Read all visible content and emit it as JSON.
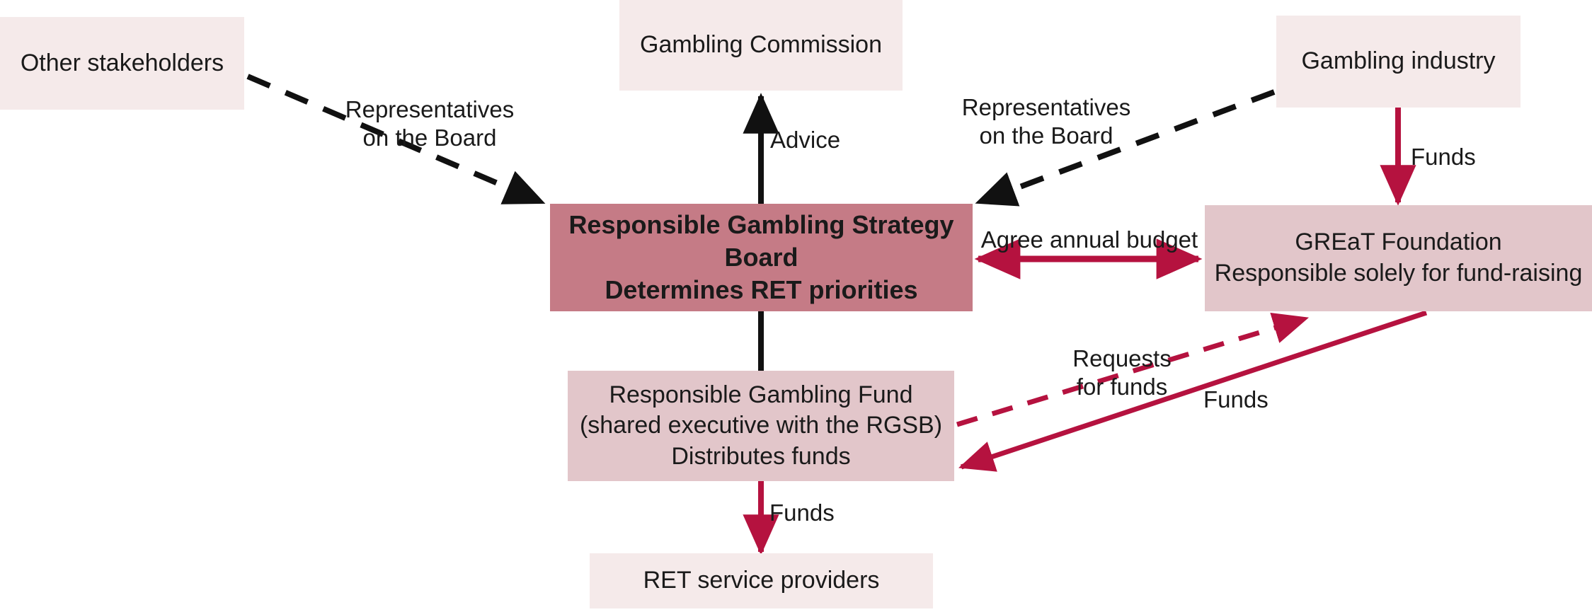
{
  "diagram": {
    "title": "Responsible Gambling funding and governance flow",
    "colors": {
      "pale_pink": "#f5eaea",
      "mid_pink": "#e2c6ca",
      "strong_rose": "#c57b86",
      "crimson": "#b5123f",
      "black": "#111111",
      "background": "#ffffff"
    },
    "nodes": [
      {
        "id": "other-stakeholders",
        "label": "Other stakeholders"
      },
      {
        "id": "gambling-commission",
        "label": "Gambling Commission"
      },
      {
        "id": "gambling-industry",
        "label": "Gambling industry"
      },
      {
        "id": "rgsb",
        "label": "Responsible Gambling Strategy Board\nDetermines RET priorities"
      },
      {
        "id": "great-foundation",
        "label": "GREaT Foundation\nResponsible solely for fund-raising"
      },
      {
        "id": "rgf",
        "label": "Responsible Gambling Fund\n(shared executive with the RGSB)\nDistributes funds"
      },
      {
        "id": "ret-service-providers",
        "label": "RET service providers"
      }
    ],
    "edges": [
      {
        "id": "stakeholders-to-rgsb",
        "label": "Representatives\non the Board",
        "style": "dashed",
        "color": "#111111",
        "from": "other-stakeholders",
        "to": "rgsb"
      },
      {
        "id": "rgsb-to-commission",
        "label": "Advice",
        "style": "solid",
        "color": "#111111",
        "from": "rgsb",
        "to": "gambling-commission"
      },
      {
        "id": "industry-to-rgsb",
        "label": "Representatives\non the Board",
        "style": "dashed",
        "color": "#111111",
        "from": "gambling-industry",
        "to": "rgsb"
      },
      {
        "id": "industry-to-great",
        "label": "Funds",
        "style": "solid",
        "color": "#b5123f",
        "from": "gambling-industry",
        "to": "great-foundation"
      },
      {
        "id": "rgsb-great-budget",
        "label": "Agree annual budget",
        "style": "solid-bidirectional",
        "color": "#b5123f",
        "from": "rgsb",
        "to": "great-foundation"
      },
      {
        "id": "rgsb-to-rgf",
        "label": "",
        "style": "solid-plain",
        "color": "#111111",
        "from": "rgsb",
        "to": "rgf"
      },
      {
        "id": "rgf-to-great-requests",
        "label": "Requests\nfor funds",
        "style": "dashed",
        "color": "#b5123f",
        "from": "rgf",
        "to": "great-foundation"
      },
      {
        "id": "great-to-rgf-funds",
        "label": "Funds",
        "style": "solid",
        "color": "#b5123f",
        "from": "great-foundation",
        "to": "rgf"
      },
      {
        "id": "rgf-to-providers",
        "label": "Funds",
        "style": "solid",
        "color": "#b5123f",
        "from": "rgf",
        "to": "ret-service-providers"
      }
    ]
  }
}
